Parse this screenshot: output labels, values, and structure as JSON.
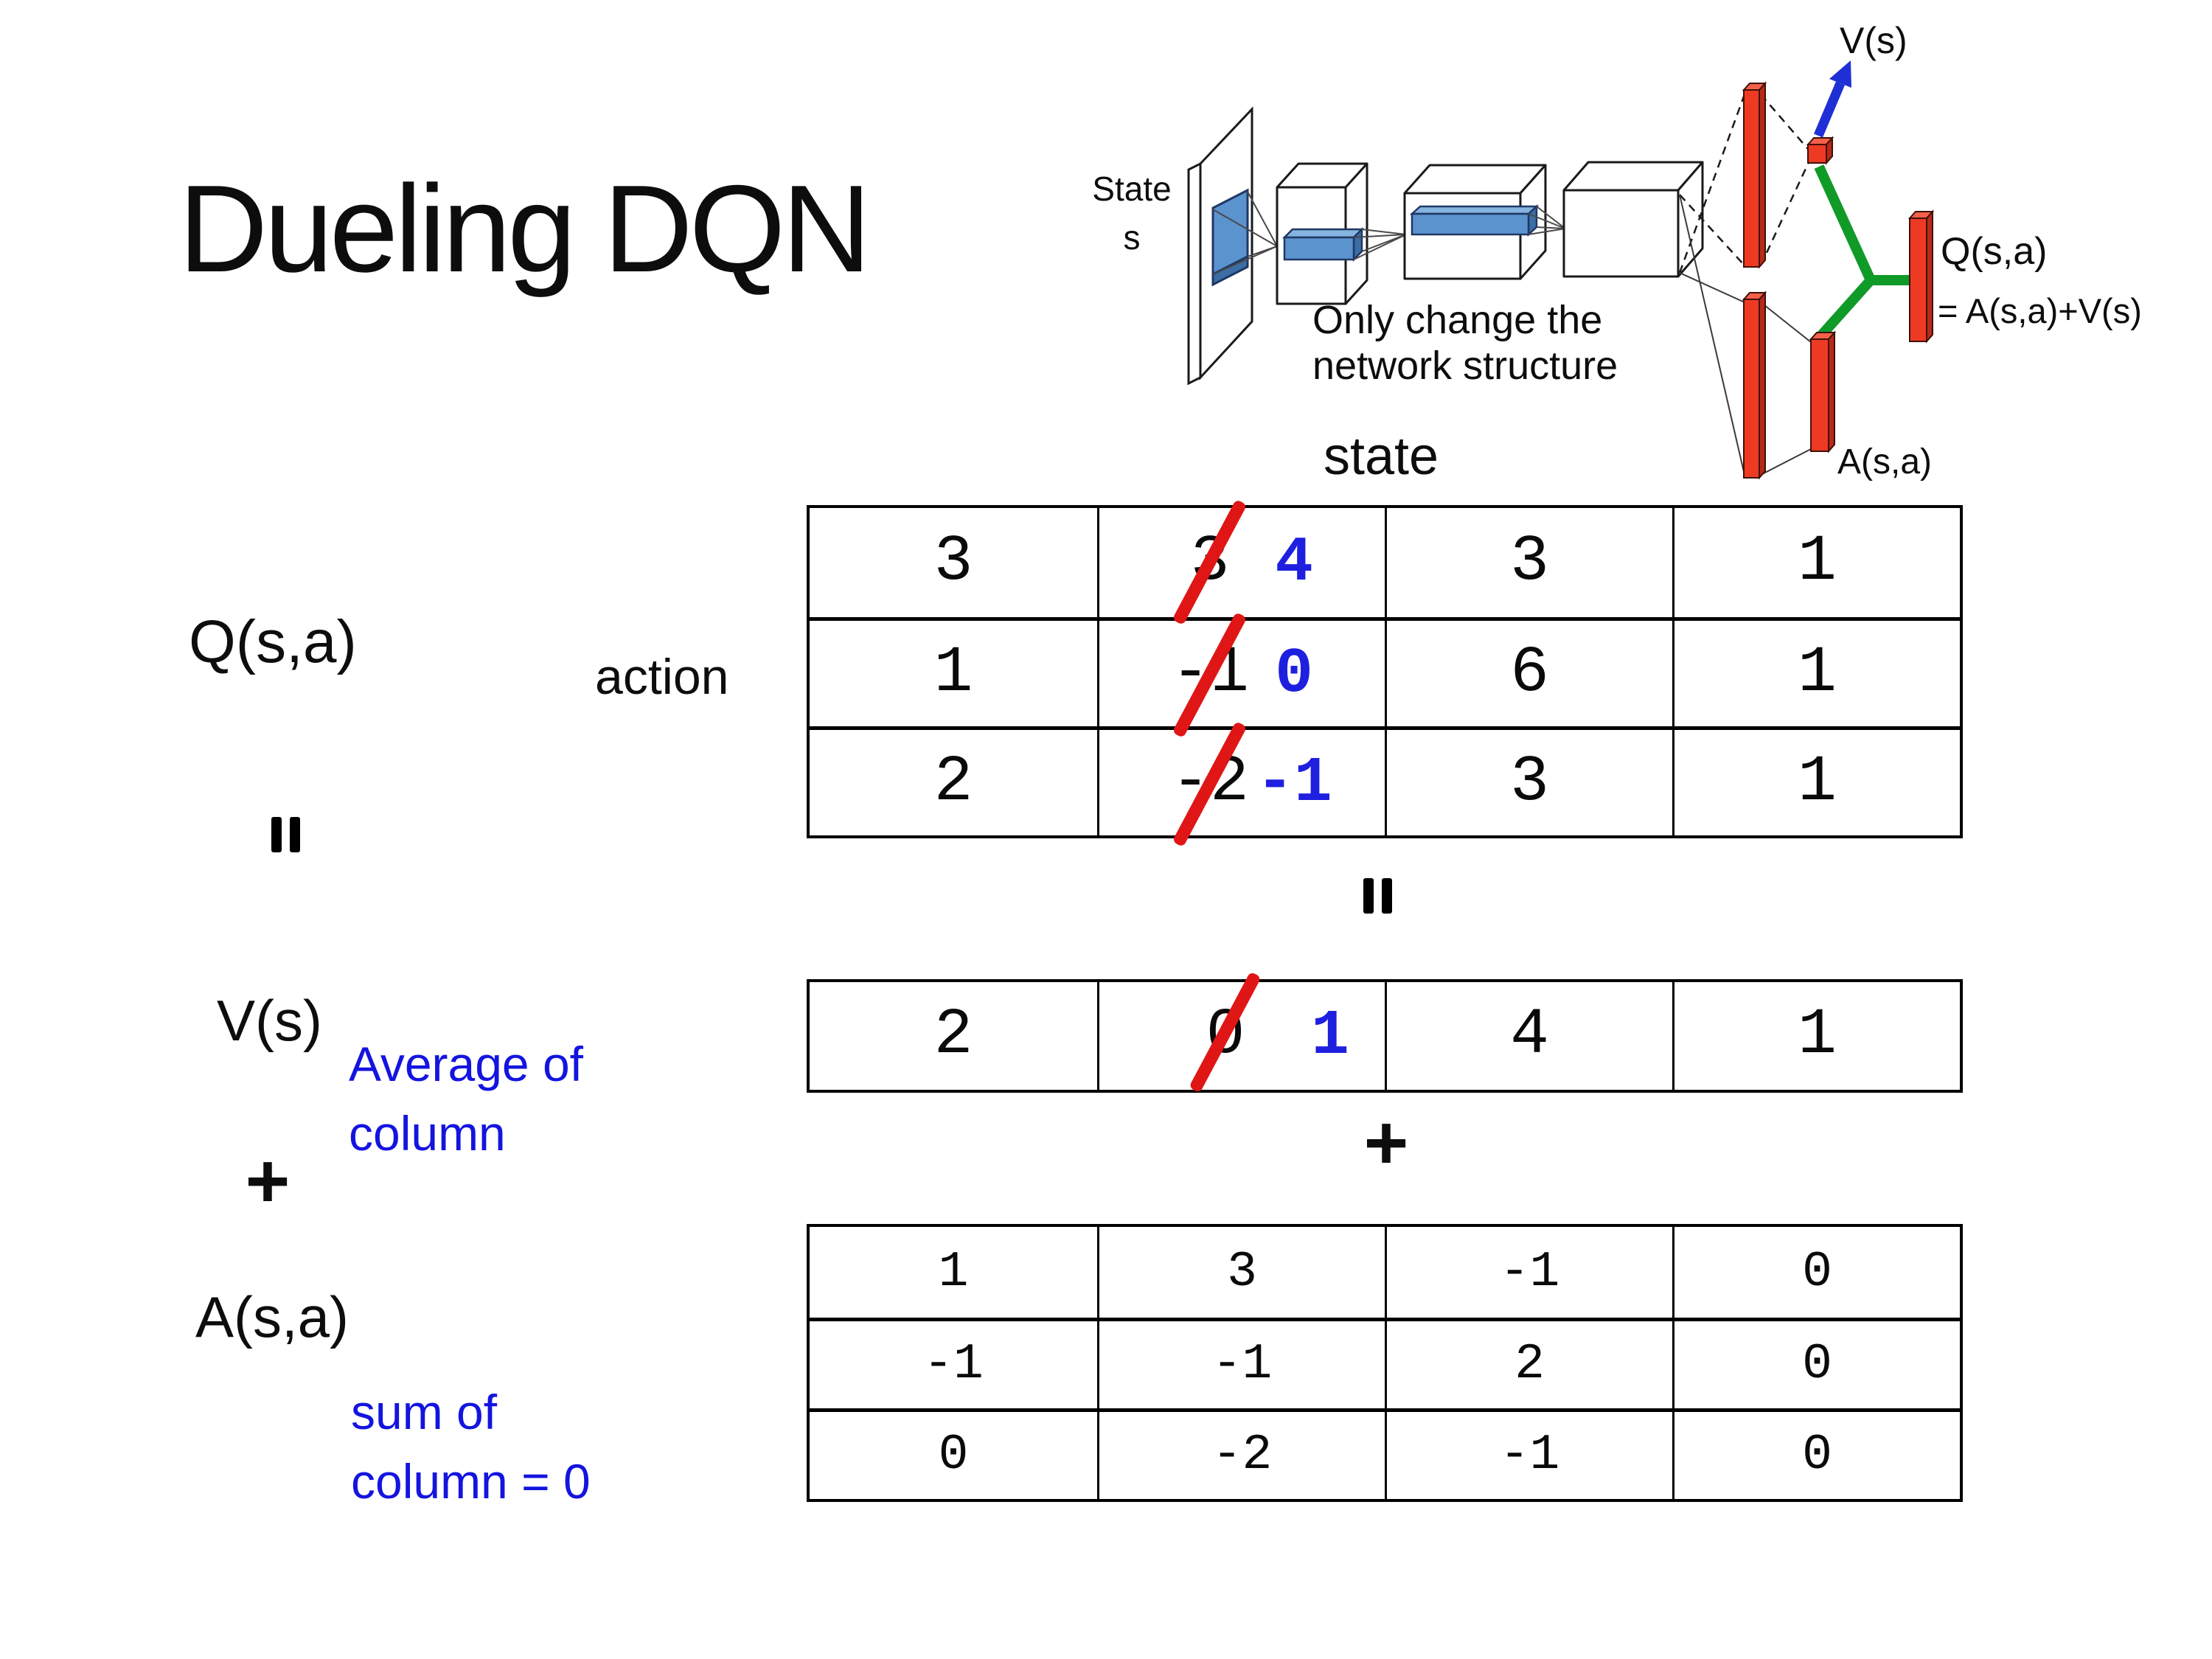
{
  "title": "Dueling DQN",
  "diagram": {
    "input_label_line1": "State",
    "input_label_line2": "s",
    "caption_line1": "Only change the",
    "caption_line2": "network structure",
    "v_label": "V(s)",
    "q_label": "Q(s,a)",
    "q_formula": "= A(s,a)+V(s)",
    "a_label": "A(s,a)",
    "colors": {
      "red_bar": "#ee3a23",
      "green_link": "#109a28",
      "blue_arrow": "#1f2fd6",
      "conv_blue": "#5b93cf",
      "caption_blue": "#1414e0"
    }
  },
  "matrix_section": {
    "state_label": "state",
    "action_label": "action",
    "q_label": "Q(s,a)",
    "equals_left": "=",
    "equals_center": "=",
    "v_label": "V(s)",
    "v_note_line1": "Average of",
    "v_note_line2": "column",
    "plus_left": "+",
    "plus_center": "+",
    "a_label": "A(s,a)",
    "a_note_line1": "sum of",
    "a_note_line2": "column = 0",
    "colors": {
      "strike_red": "#e01616",
      "corrected_blue": "#1f1fe0"
    },
    "q_table": {
      "rows": [
        [
          {
            "v": "3"
          },
          {
            "old": "3",
            "new": "4"
          },
          {
            "v": "3"
          },
          {
            "v": "1"
          }
        ],
        [
          {
            "v": "1"
          },
          {
            "old": "-1",
            "new": "0"
          },
          {
            "v": "6"
          },
          {
            "v": "1"
          }
        ],
        [
          {
            "v": "2"
          },
          {
            "old": "-2",
            "new": "-1"
          },
          {
            "v": "3"
          },
          {
            "v": "1"
          }
        ]
      ]
    },
    "v_row": [
      {
        "v": "2"
      },
      {
        "old": "0",
        "new": "1"
      },
      {
        "v": "4"
      },
      {
        "v": "1"
      }
    ],
    "a_table": {
      "rows": [
        [
          {
            "v": "1"
          },
          {
            "v": "3"
          },
          {
            "v": "-1"
          },
          {
            "v": "0"
          }
        ],
        [
          {
            "v": "-1"
          },
          {
            "v": "-1"
          },
          {
            "v": "2"
          },
          {
            "v": "0"
          }
        ],
        [
          {
            "v": "0"
          },
          {
            "v": "-2"
          },
          {
            "v": "-1"
          },
          {
            "v": "0"
          }
        ]
      ]
    }
  }
}
